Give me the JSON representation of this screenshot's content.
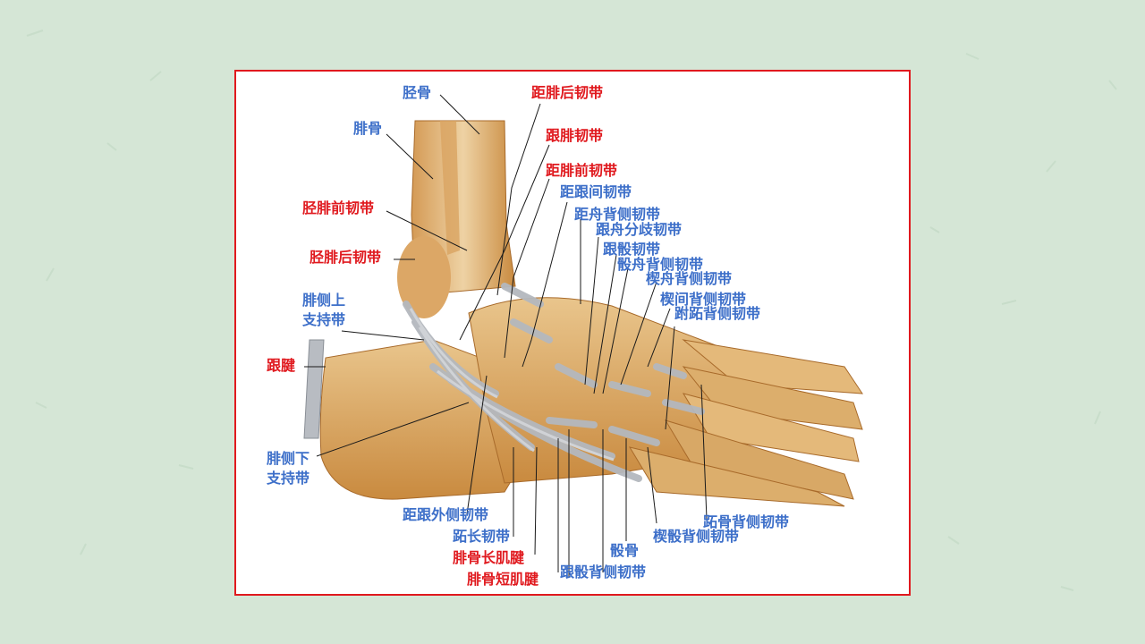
{
  "labels": [
    {
      "id": "tibia",
      "text": "胫骨",
      "color": "blue"
    },
    {
      "id": "fibula",
      "text": "腓骨",
      "color": "blue"
    },
    {
      "id": "post_talofib",
      "text": "距腓后韧带",
      "color": "red"
    },
    {
      "id": "calcfib",
      "text": "跟腓韧带",
      "color": "red"
    },
    {
      "id": "ant_talofib",
      "text": "距腓前韧带",
      "color": "red"
    },
    {
      "id": "ant_tibfib",
      "text": "胫腓前韧带",
      "color": "red"
    },
    {
      "id": "post_tibfib",
      "text": "胫腓后韧带",
      "color": "red"
    },
    {
      "id": "talocalc_interosseous",
      "text": "距跟间韧带",
      "color": "blue"
    },
    {
      "id": "dorsal_talonav",
      "text": "距舟背侧韧带",
      "color": "blue"
    },
    {
      "id": "bifurcate",
      "text": "跟舟分歧韧带",
      "color": "blue"
    },
    {
      "id": "calccuboid",
      "text": "跟骰韧带",
      "color": "blue"
    },
    {
      "id": "dorsal_cuboidnav",
      "text": "骰舟背侧韧带",
      "color": "blue"
    },
    {
      "id": "dorsal_cuneonav",
      "text": "楔舟背侧韧带",
      "color": "blue"
    },
    {
      "id": "dorsal_intercuneiform",
      "text": "楔间背侧韧带",
      "color": "blue"
    },
    {
      "id": "dorsal_tarsometatarsal",
      "text": "跗跖背侧韧带",
      "color": "blue"
    },
    {
      "id": "sup_retinaculum",
      "text": "腓侧上\n支持带",
      "color": "blue"
    },
    {
      "id": "calcaneal_tendon",
      "text": "跟腱",
      "color": "red"
    },
    {
      "id": "inf_retinaculum",
      "text": "腓侧下\n支持带",
      "color": "blue"
    },
    {
      "id": "lat_talocalc",
      "text": "距跟外侧韧带",
      "color": "blue"
    },
    {
      "id": "long_plantar",
      "text": "跖长韧带",
      "color": "blue"
    },
    {
      "id": "peroneus_longus",
      "text": "腓骨长肌腱",
      "color": "red"
    },
    {
      "id": "peroneus_brevis",
      "text": "腓骨短肌腱",
      "color": "red"
    },
    {
      "id": "cuboid",
      "text": "骰骨",
      "color": "blue"
    },
    {
      "id": "dorsal_calccuboid",
      "text": "跟骰背侧韧带",
      "color": "blue"
    },
    {
      "id": "dorsal_cuneocuboid",
      "text": "楔骰背侧韧带",
      "color": "blue"
    },
    {
      "id": "dorsal_metatarsal",
      "text": "跖骨背侧韧带",
      "color": "blue"
    }
  ],
  "colors": {
    "blue": "#3d6fc9",
    "red": "#e0191e",
    "background": "#d5e6d6",
    "frame": "#e0191e"
  }
}
